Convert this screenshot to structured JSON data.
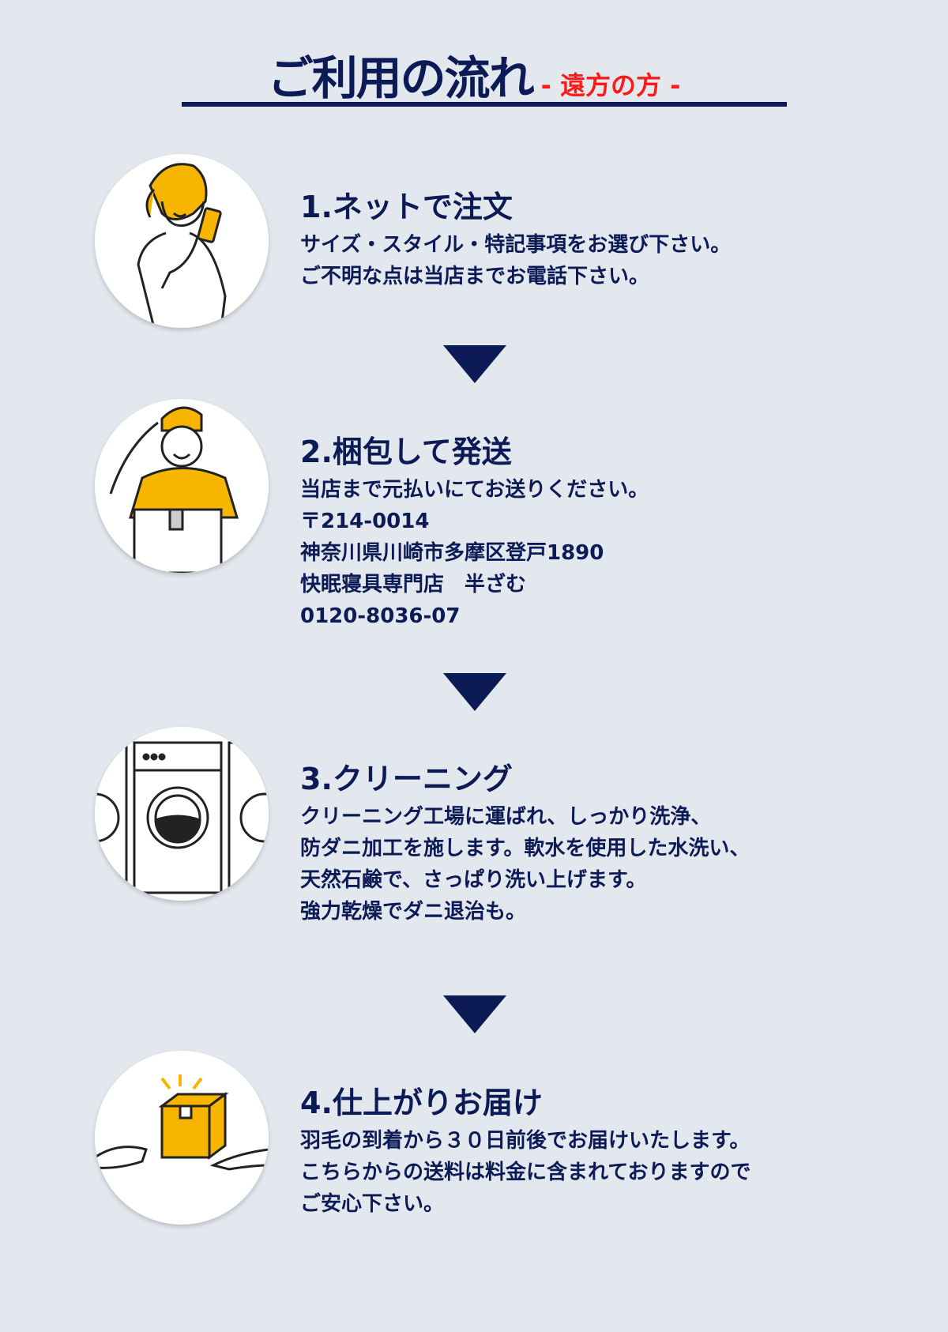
{
  "header": {
    "title": "ご利用の流れ",
    "subtitle": "- 遠方の方 -"
  },
  "steps": [
    {
      "title": "1.ネットで注文",
      "lines": [
        "サイズ・スタイル・特記事項をお選び下さい。",
        "ご不明な点は当店までお電話下さい。"
      ]
    },
    {
      "title": "2.梱包して発送",
      "lines": [
        "当店まで元払いにてお送りください。",
        "〒214-0014",
        "神奈川県川崎市多摩区登戸1890",
        "快眠寝具専門店　半ざむ",
        "0120-8036-07"
      ]
    },
    {
      "title": "3.クリーニング",
      "lines": [
        "クリーニング工場に運ばれ、しっかり洗浄、",
        "防ダニ加工を施します。軟水を使用した水洗い、",
        "天然石鹸で、さっぱり洗い上げます。",
        "強力乾燥でダニ退治も。"
      ]
    },
    {
      "title": "4.仕上がりお届け",
      "lines": [
        "羽毛の到着から３０日前後でお届けいたします。",
        "こちらからの送料は料金に含まれておりますので",
        "ご安心下さい。"
      ]
    }
  ],
  "colors": {
    "navy": "#0c1a55",
    "red": "#ff1a1a",
    "accent": "#f7b500",
    "background": "#e3e8ee"
  }
}
